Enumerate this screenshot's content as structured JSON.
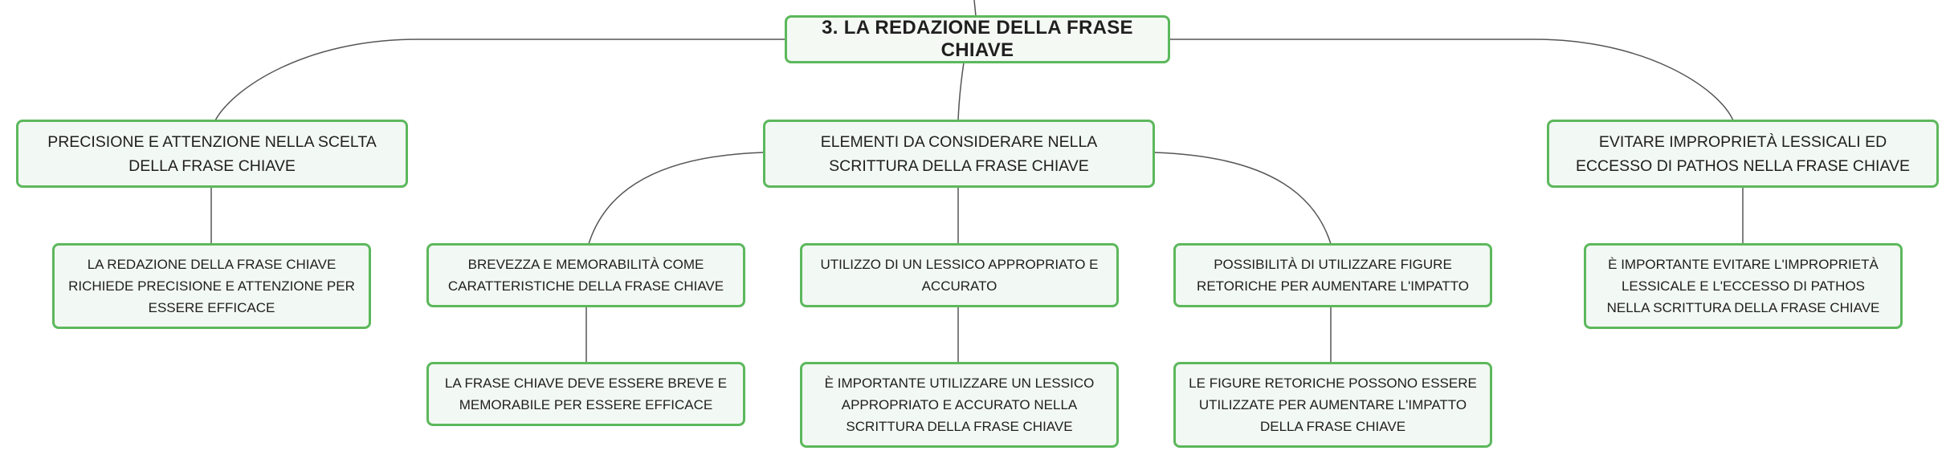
{
  "map": {
    "root": {
      "label": "3. LA REDAZIONE DELLA FRASE CHIAVE"
    },
    "branches": [
      {
        "label": "PRECISIONE E ATTENZIONE NELLA SCELTA DELLA FRASE CHIAVE",
        "children": [
          {
            "label": "LA REDAZIONE DELLA FRASE CHIAVE RICHIEDE PRECISIONE E ATTENZIONE PER ESSERE EFFICACE"
          }
        ]
      },
      {
        "label": "ELEMENTI DA CONSIDERARE NELLA SCRITTURA DELLA FRASE CHIAVE",
        "children": [
          {
            "label": "BREVEZZA E MEMORABILITÀ COME CARATTERISTICHE DELLA FRASE CHIAVE",
            "children": [
              {
                "label": "LA FRASE CHIAVE DEVE ESSERE BREVE E MEMORABILE PER ESSERE EFFICACE"
              }
            ]
          },
          {
            "label": "UTILIZZO DI UN LESSICO APPROPRIATO E ACCURATO",
            "children": [
              {
                "label": "È IMPORTANTE UTILIZZARE UN LESSICO APPROPRIATO E ACCURATO NELLA SCRITTURA DELLA FRASE CHIAVE"
              }
            ]
          },
          {
            "label": "POSSIBILITÀ DI UTILIZZARE FIGURE RETORICHE PER AUMENTARE L'IMPATTO",
            "children": [
              {
                "label": "LE FIGURE RETORICHE POSSONO ESSERE UTILIZZATE PER AUMENTARE L'IMPATTO DELLA FRASE CHIAVE"
              }
            ]
          }
        ]
      },
      {
        "label": "EVITARE IMPROPRIETÀ LESSICALI ED ECCESSO DI PATHOS NELLA FRASE CHIAVE",
        "children": [
          {
            "label": "È IMPORTANTE EVITARE L'IMPROPRIETÀ LESSICALE E L'ECCESSO DI PATHOS NELLA SCRITTURA DELLA FRASE CHIAVE"
          }
        ]
      }
    ]
  },
  "colors": {
    "border": "#5cb85c",
    "fill": "#f2f8f3",
    "line": "#555555"
  }
}
